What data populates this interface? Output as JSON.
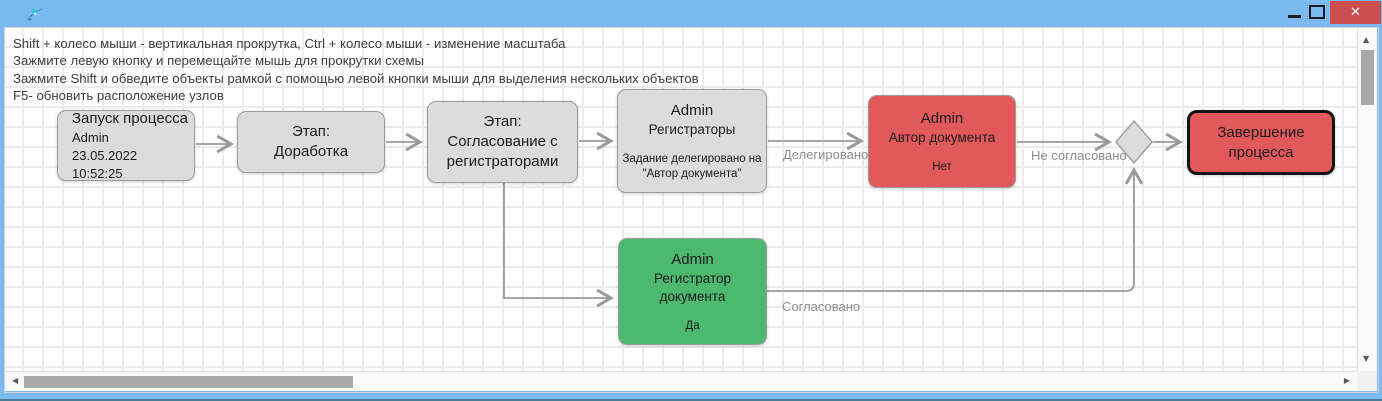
{
  "window": {
    "title": "",
    "close_label": "✕"
  },
  "icons": {
    "app": "bird-logo",
    "minimize": "minimize-icon",
    "maximize": "maximize-icon",
    "close": "close-icon",
    "scroll_up": "▲",
    "scroll_down": "▼",
    "scroll_left": "◀",
    "scroll_right": "▶"
  },
  "help_lines": [
    "Shift + колесо мыши - вертикальная прокрутка, Ctrl + колесо мыши - изменение масштаба",
    "Зажмите левую кнопку и перемещайте мышь для прокрутки схемы",
    "Зажмите Shift и обведите объекты рамкой с помощью левой кнопки мыши для выделения нескольких объектов",
    "F5- обновить расположение узлов"
  ],
  "nodes": {
    "start": {
      "title": "Запуск процесса",
      "user": "Admin",
      "timestamp": "23.05.2022 10:52:25"
    },
    "stage_rework": {
      "line1": "Этап:",
      "line2": "Доработка"
    },
    "stage_approval": {
      "line1": "Этап:",
      "line2": "Согласование с регистраторами"
    },
    "registrars": {
      "user": "Admin",
      "role": "Регистраторы",
      "note": "Задание делегировано на \"Автор документа\""
    },
    "author": {
      "user": "Admin",
      "role": "Автор документа",
      "result": "Нет"
    },
    "registrar_doc": {
      "user": "Admin",
      "role": "Регистратор документа",
      "result": "Да"
    },
    "finish": {
      "title": "Завершение процесса"
    }
  },
  "edge_labels": {
    "delegated": "Делегировано",
    "not_agreed": "Не согласовано",
    "agreed": "Согласовано"
  },
  "colors": {
    "titlebar": "#7db9f1",
    "close_button": "#c94f4f",
    "node_gray": "#dcdcdc",
    "node_red": "#e2595b",
    "node_green": "#4db96e",
    "node_border": "#9c9c9c",
    "finish_border": "#141414",
    "edge": "#9a9a9a",
    "edge_label": "#8d8d8d",
    "grid_line": "#ececec"
  }
}
